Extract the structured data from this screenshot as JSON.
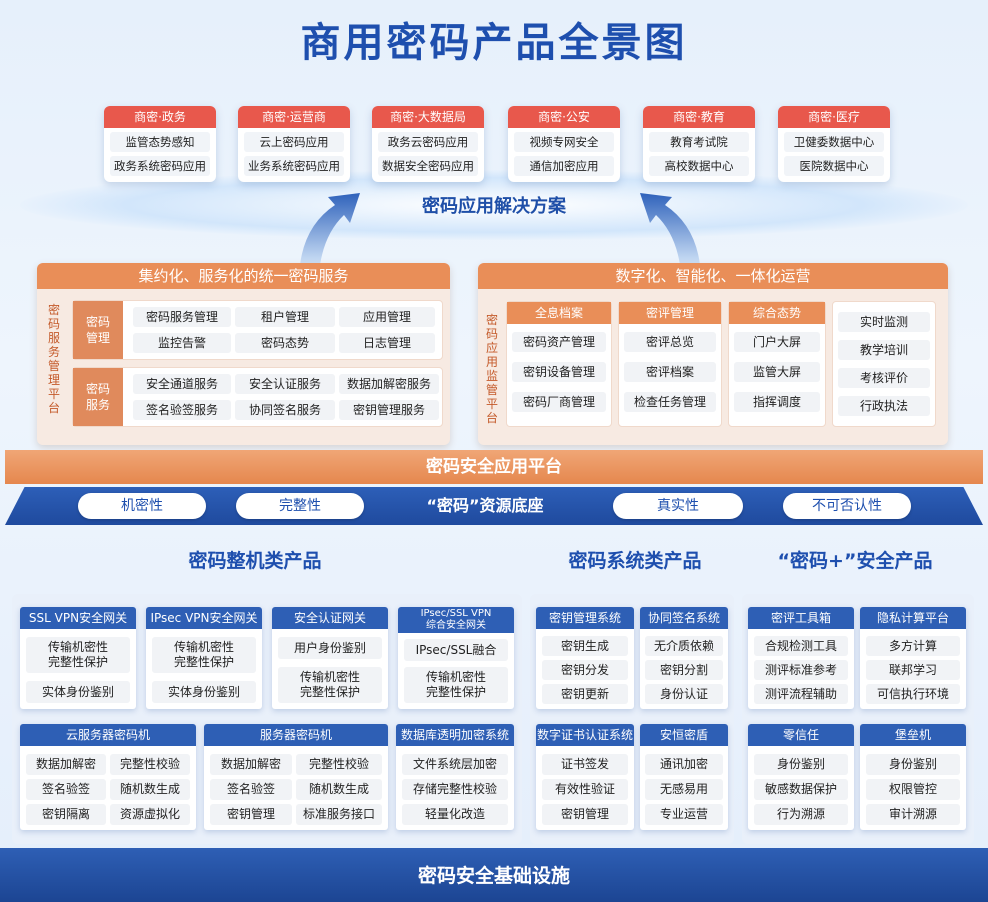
{
  "title": "商用密码产品全景图",
  "solutions_title": "密码应用解决方案",
  "sectors": [
    {
      "name": "商密·政务",
      "items": [
        "监管态势感知",
        "政务系统密码应用"
      ]
    },
    {
      "name": "商密·运营商",
      "items": [
        "云上密码应用",
        "业务系统密码应用"
      ]
    },
    {
      "name": "商密·大数据局",
      "items": [
        "政务云密码应用",
        "数据安全密码应用"
      ]
    },
    {
      "name": "商密·公安",
      "items": [
        "视频专网安全",
        "通信加密应用"
      ]
    },
    {
      "name": "商密·教育",
      "items": [
        "教育考试院",
        "高校数据中心"
      ]
    },
    {
      "name": "商密·医疗",
      "items": [
        "卫健委数据中心",
        "医院数据中心"
      ]
    }
  ],
  "left_panel": {
    "title": "集约化、服务化的统一密码服务",
    "side_label": "密码服务管理平台",
    "groups": [
      {
        "label": "密码管理",
        "items": [
          "密码服务管理",
          "租户管理",
          "应用管理",
          "监控告警",
          "密码态势",
          "日志管理"
        ]
      },
      {
        "label": "密码服务",
        "items": [
          "安全通道服务",
          "安全认证服务",
          "数据加解密服务",
          "签名验签服务",
          "协同签名服务",
          "密钥管理服务"
        ]
      }
    ]
  },
  "right_panel": {
    "title": "数字化、智能化、一体化运营",
    "side_label": "密码应用监管平台",
    "columns": [
      {
        "header": "全息档案",
        "items": [
          "密码资产管理",
          "密钥设备管理",
          "密码厂商管理"
        ]
      },
      {
        "header": "密评管理",
        "items": [
          "密评总览",
          "密评档案",
          "检查任务管理"
        ]
      },
      {
        "header": "综合态势",
        "items": [
          "门户大屏",
          "监管大屏",
          "指挥调度"
        ]
      },
      {
        "header": "",
        "items": [
          "实时监测",
          "教学培训",
          "考核评价",
          "行政执法"
        ]
      }
    ]
  },
  "platform_label": "密码安全应用平台",
  "resource_base": {
    "center": "“密码”资源底座",
    "pills": [
      "机密性",
      "完整性",
      "真实性",
      "不可否认性"
    ]
  },
  "product_sections": [
    "密码整机类产品",
    "密码系统类产品",
    "“密码+”安全产品"
  ],
  "cards": {
    "ssl": {
      "title": "SSL VPN安全网关",
      "items": [
        "传输机密性\n完整性保护",
        "实体身份鉴别"
      ]
    },
    "ipsec": {
      "title": "IPsec VPN安全网关",
      "items": [
        "传输机密性\n完整性保护",
        "实体身份鉴别"
      ]
    },
    "auth": {
      "title": "安全认证网关",
      "items": [
        "用户身份鉴别",
        "传输机密性\n完整性保护"
      ]
    },
    "combo": {
      "title": "IPsec/SSL VPN\n综合安全网关",
      "items": [
        "IPsec/SSL融合",
        "传输机密性\n完整性保护"
      ]
    },
    "cloudhsm": {
      "title": "云服务器密码机",
      "items": [
        "数据加解密",
        "完整性校验",
        "签名验签",
        "随机数生成",
        "密钥隔离",
        "资源虚拟化"
      ]
    },
    "hsm": {
      "title": "服务器密码机",
      "items": [
        "数据加解密",
        "完整性校验",
        "签名验签",
        "随机数生成",
        "密钥管理",
        "标准服务接口"
      ]
    },
    "dbenc": {
      "title": "数据库透明加密系统",
      "items": [
        "文件系统层加密",
        "存储完整性校验",
        "轻量化改造"
      ]
    },
    "kms": {
      "title": "密钥管理系统",
      "items": [
        "密钥生成",
        "密钥分发",
        "密钥更新"
      ]
    },
    "cosign": {
      "title": "协同签名系统",
      "items": [
        "无介质依赖",
        "密钥分割",
        "身份认证"
      ]
    },
    "ca": {
      "title": "数字证书认证系统",
      "items": [
        "证书签发",
        "有效性验证",
        "密钥管理"
      ]
    },
    "anheng": {
      "title": "安恒密盾",
      "items": [
        "通讯加密",
        "无感易用",
        "专业运营"
      ]
    },
    "eval": {
      "title": "密评工具箱",
      "items": [
        "合规检测工具",
        "测评标准参考",
        "测评流程辅助"
      ]
    },
    "privacy": {
      "title": "隐私计算平台",
      "items": [
        "多方计算",
        "联邦学习",
        "可信执行环境"
      ]
    },
    "zerotrust": {
      "title": "零信任",
      "items": [
        "身份鉴别",
        "敏感数据保护",
        "行为溯源"
      ]
    },
    "bastion": {
      "title": "堡垒机",
      "items": [
        "身份鉴别",
        "权限管控",
        "审计溯源"
      ]
    }
  },
  "footer": "密码安全基础设施",
  "colors": {
    "brand_blue": "#1e4fae",
    "card_header_blue": "#2e5fb5",
    "sector_red": "#e8584c",
    "orange": "#e98e58"
  }
}
